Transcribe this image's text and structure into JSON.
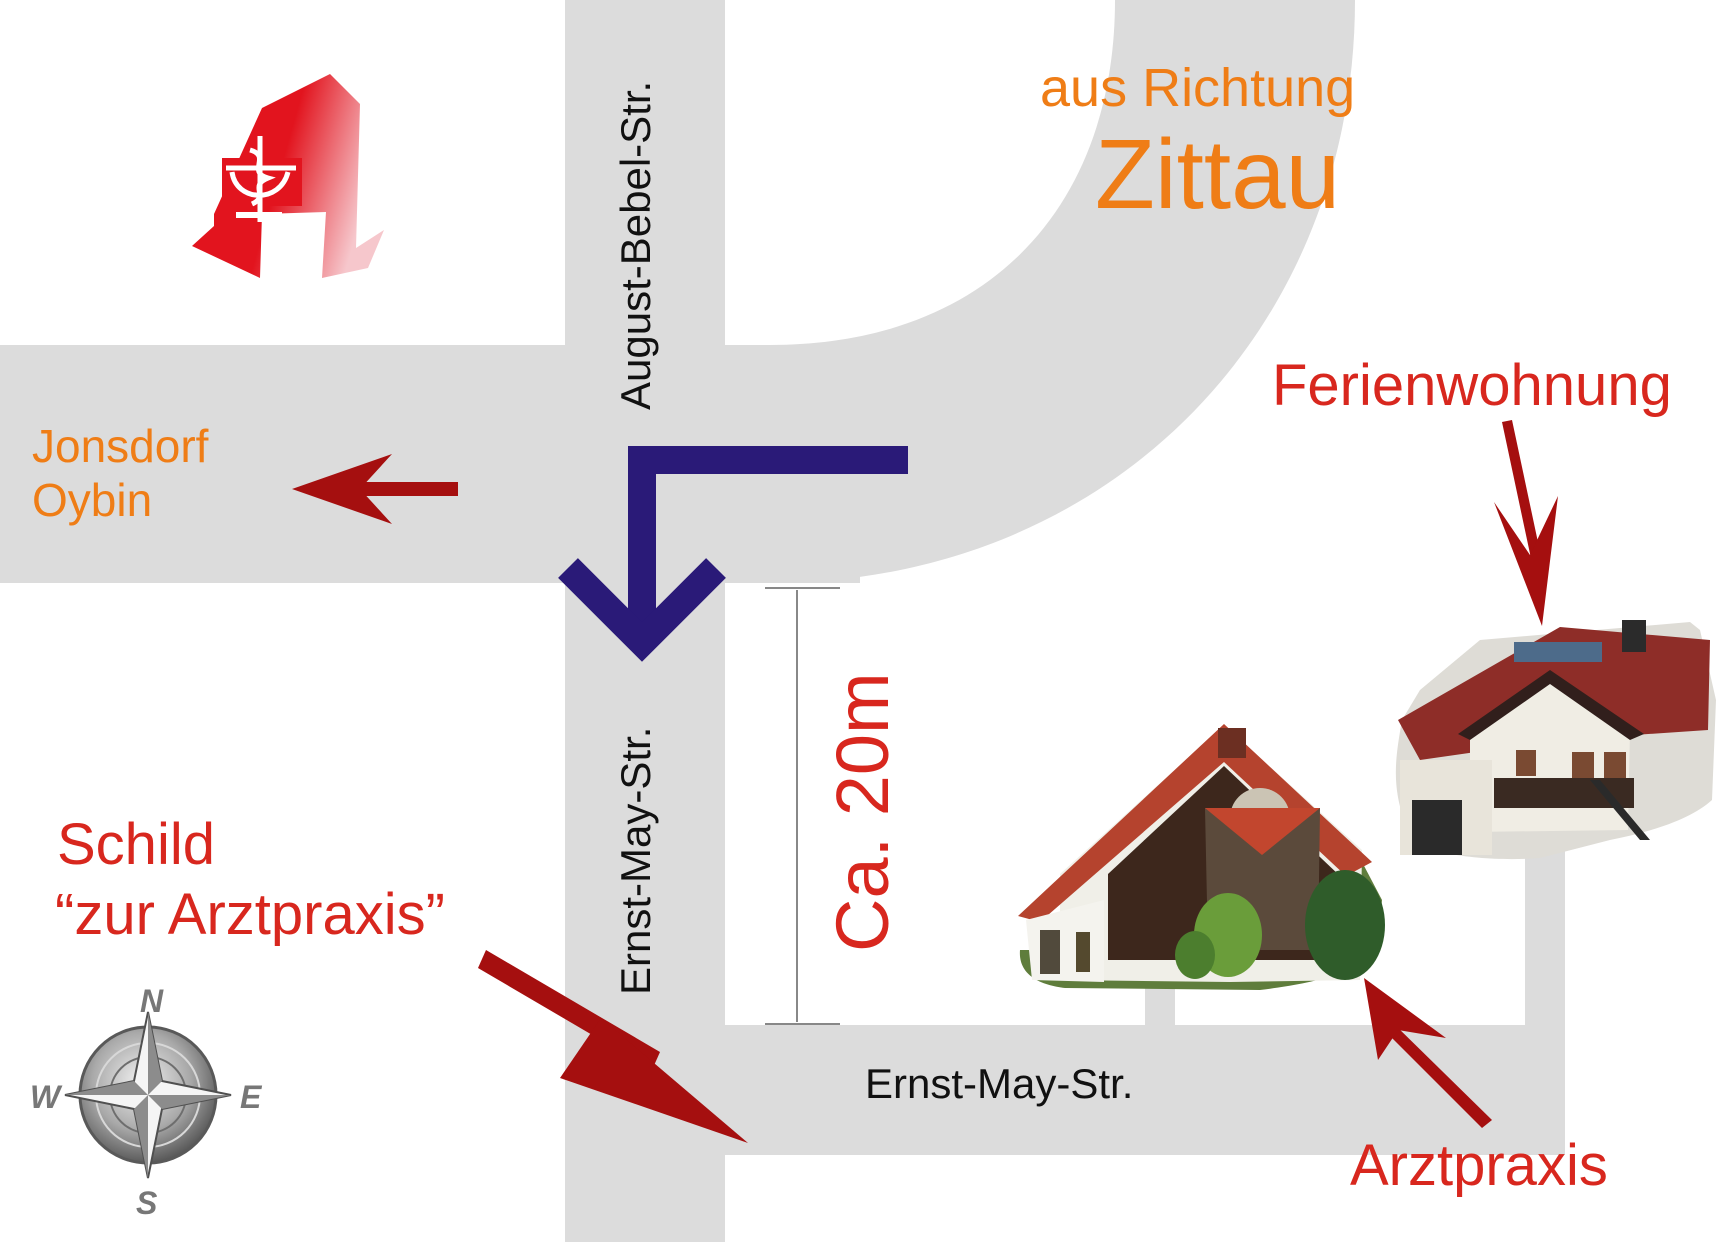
{
  "colors": {
    "road": "#dcdcdc",
    "background": "#ffffff",
    "route": "#2a1a78",
    "arrow": "#a50f0f",
    "orange_text": "#ef7d16",
    "red_text": "#d8271e",
    "street_text": "#111111",
    "pharmacy_red": "#e2141e"
  },
  "labels": {
    "from_prefix": "aus Richtung",
    "from_city": "Zittau",
    "west_towns": [
      "Jonsdorf",
      "Oybin"
    ],
    "street_north": "August-Bebel-Str.",
    "street_south": "Ernst-May-Str.",
    "street_east": "Ernst-May-Str.",
    "distance": "Ca. 20m",
    "holiday_flat": "Ferienwohnung",
    "doctor": "Arztpraxis",
    "sign_line1": "Schild",
    "sign_line2": "“zur Arztpraxis”"
  },
  "compass": {
    "north": "N",
    "south": "S",
    "east": "E",
    "west": "W"
  },
  "icons": {
    "pharmacy_logo": "pharmacy-a-icon",
    "compass_rose": "compass-rose-icon",
    "doctor_building": "doctor-house-photo",
    "holiday_building": "holiday-house-photo"
  }
}
